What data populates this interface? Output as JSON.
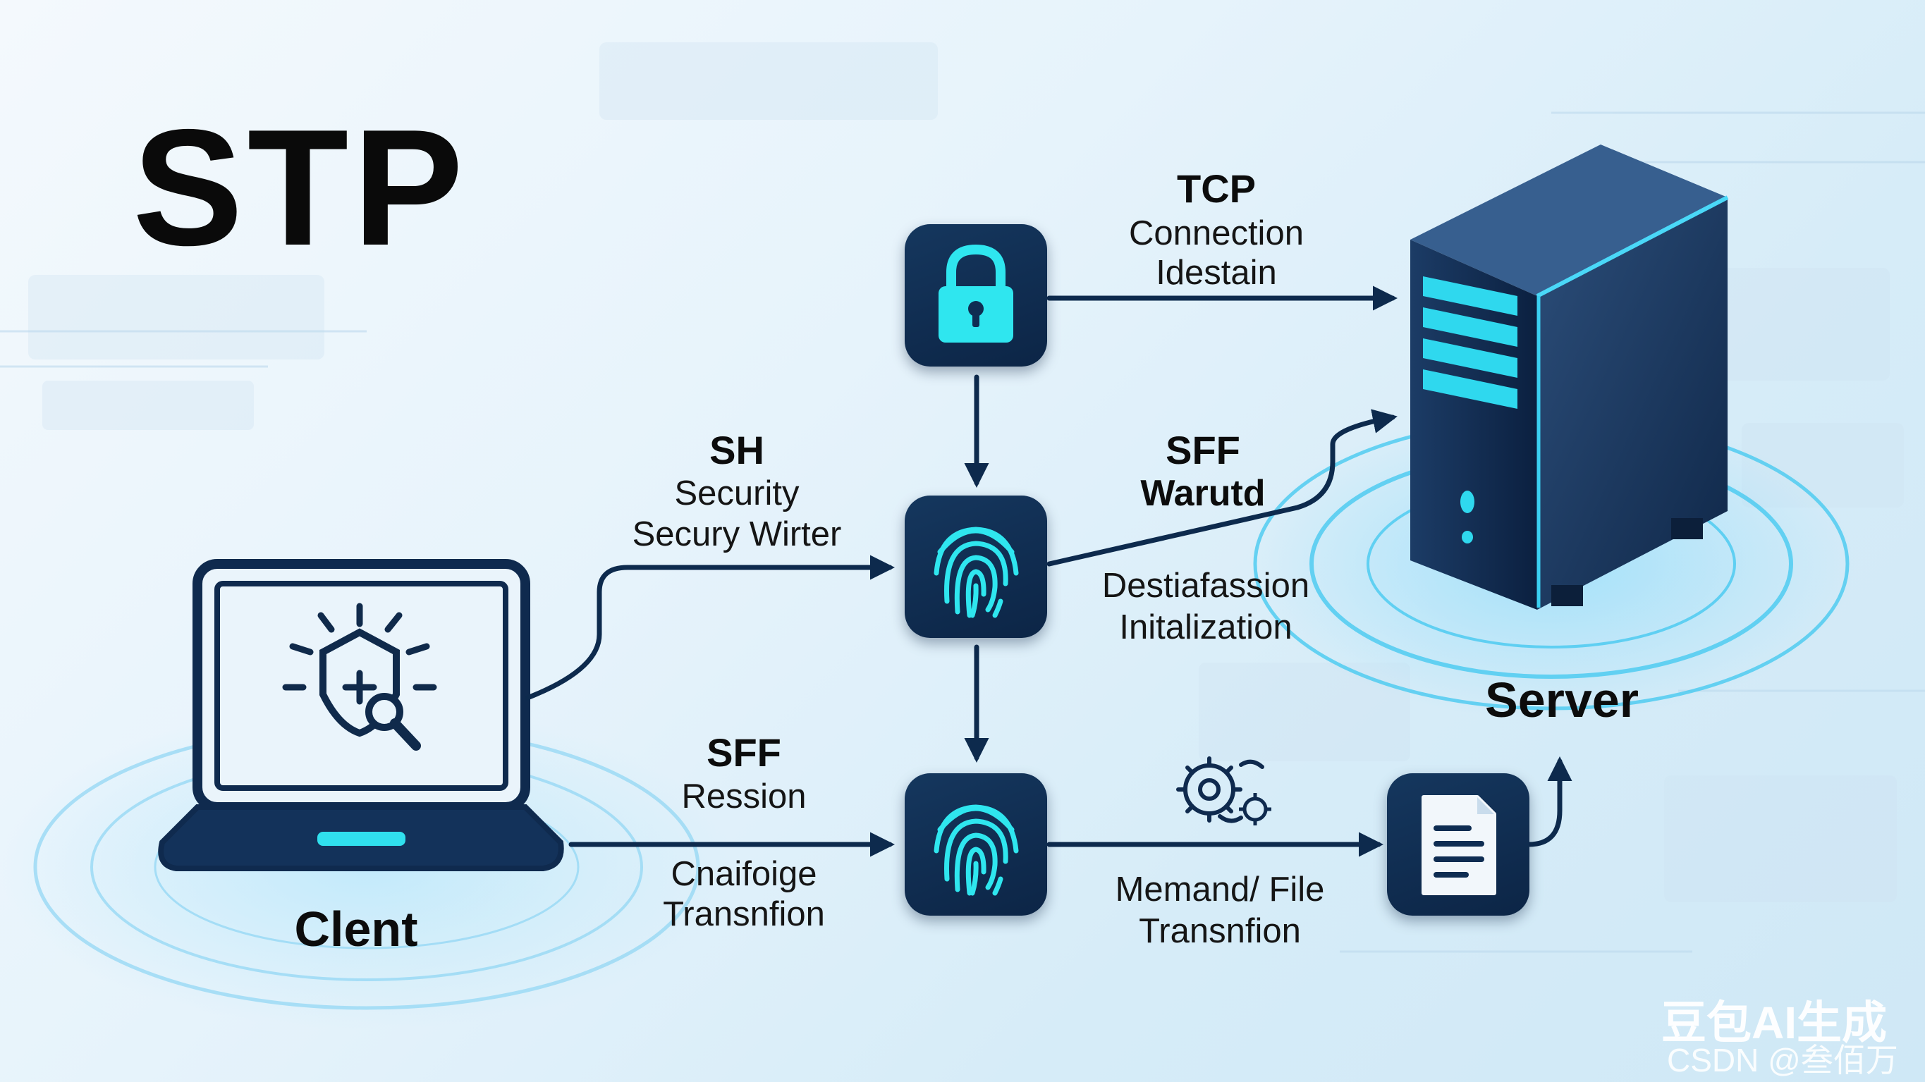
{
  "title": "STP",
  "client": {
    "label": "Clent"
  },
  "server": {
    "label": "Server"
  },
  "edges": {
    "tcp": {
      "title": "TCP",
      "line1": "Connection",
      "line2": "Idestain"
    },
    "sh": {
      "title": "SH",
      "line1": "Security",
      "line2": "Secury Wirter"
    },
    "sff_top": {
      "title": "SFF",
      "line1": "Warutd"
    },
    "destination": {
      "line1": "Destiafassion",
      "line2": "Initalization"
    },
    "sff_bottom": {
      "title": "SFF",
      "line1": "Ression"
    },
    "transfer_left": {
      "line1": "Cnaifoige",
      "line2": "Transnfion"
    },
    "transfer_right": {
      "line1": "Memand/ File",
      "line2": "Transnfion"
    }
  },
  "watermark": {
    "line1": "豆包AI生成",
    "line2": "CSDN @叁佰万"
  },
  "colors": {
    "node_fill": "#0f2d52",
    "accent_cyan": "#2fe6ef",
    "arrow": "#0d2a4d",
    "glow": "#6fd3f5"
  },
  "icons": [
    "lock-icon",
    "fingerprint-icon",
    "document-icon",
    "gears-icon",
    "shield-search-icon",
    "laptop-icon",
    "server-tower-icon"
  ]
}
